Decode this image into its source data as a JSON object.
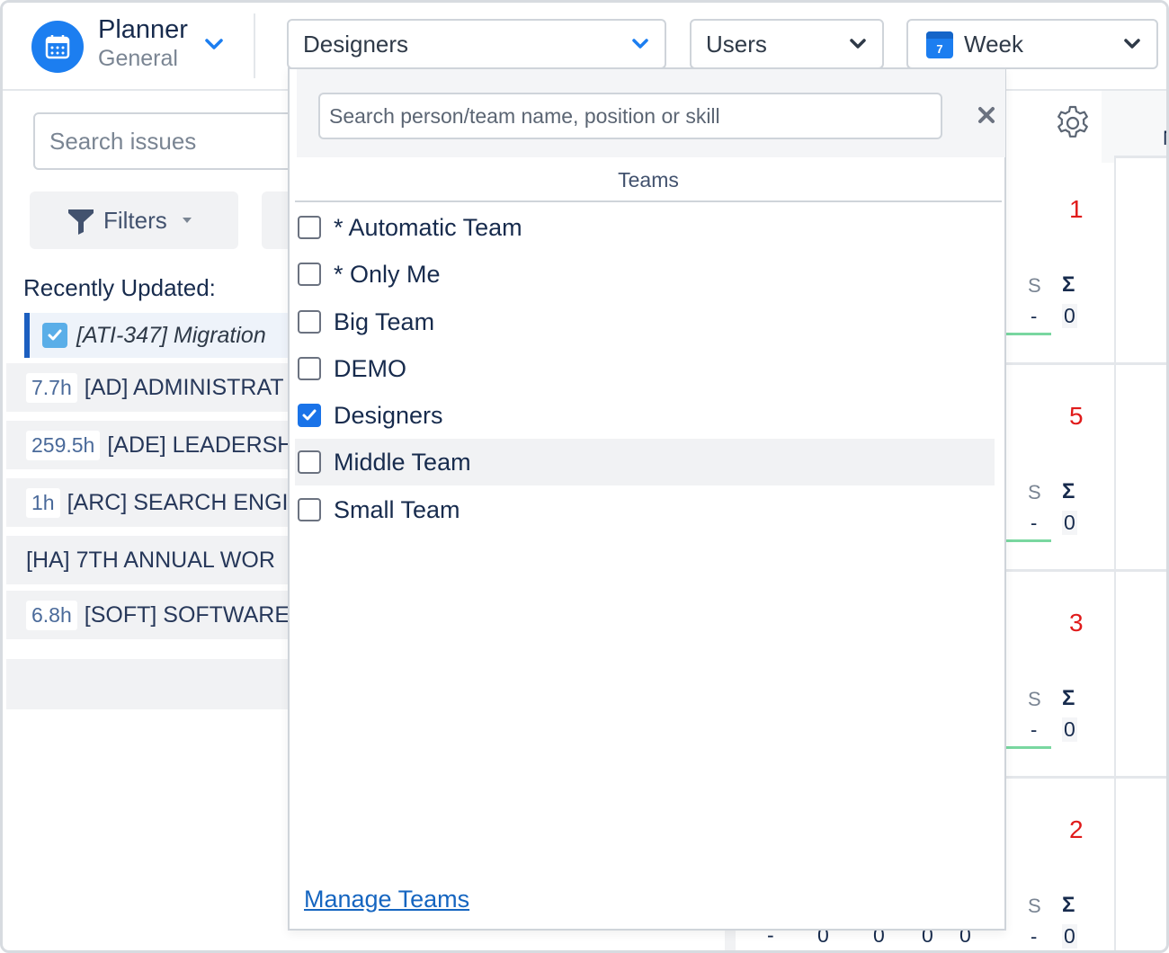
{
  "header": {
    "app_title": "Planner",
    "app_subtitle": "General",
    "team_select_value": "Designers",
    "resource_select_value": "Users",
    "period_select_value": "Week",
    "period_icon_number": "7"
  },
  "left_panel": {
    "search_placeholder": "Search issues",
    "filters_label": "Filters",
    "recent_title": "Recently Updated:",
    "recent_selected": "[ATI-347] Migration",
    "issues": [
      {
        "hours": "7.7h",
        "title": "[AD] ADMINISTRAT"
      },
      {
        "hours": "259.5h",
        "title": "[ADE] LEADERSH"
      },
      {
        "hours": "1h",
        "title": "[ARC] SEARCH ENGI"
      },
      {
        "hours": "",
        "title": "[HA] 7TH ANNUAL WOR"
      },
      {
        "hours": "6.8h",
        "title": "[SOFT] SOFTWARE"
      }
    ]
  },
  "grid": {
    "header_fragment": "N",
    "rows": [
      {
        "count": "1",
        "s_label": "S",
        "sigma_label": "Σ",
        "s_value": "-",
        "sigma_value": "0"
      },
      {
        "count": "5",
        "s_label": "S",
        "sigma_label": "Σ",
        "s_value": "-",
        "sigma_value": "0"
      },
      {
        "count": "3",
        "s_label": "S",
        "sigma_label": "Σ",
        "s_value": "-",
        "sigma_value": "0"
      },
      {
        "count": "2",
        "s_label": "S",
        "sigma_label": "Σ",
        "s_value": "-",
        "sigma_value": "0"
      }
    ],
    "bottom_values": [
      "-",
      "0",
      "0",
      "0",
      "0"
    ]
  },
  "team_dropdown": {
    "search_placeholder": "Search person/team name, position or skill",
    "section_title": "Teams",
    "items": [
      {
        "label": "* Automatic Team",
        "checked": false
      },
      {
        "label": "* Only Me",
        "checked": false
      },
      {
        "label": "Big Team",
        "checked": false
      },
      {
        "label": "DEMO",
        "checked": false
      },
      {
        "label": "Designers",
        "checked": true
      },
      {
        "label": "Middle Team",
        "checked": false
      },
      {
        "label": "Small Team",
        "checked": false
      }
    ],
    "manage_link": "Manage Teams"
  },
  "colors": {
    "accent": "#1c7ef0",
    "count_red": "#e01b1b",
    "link": "#1565c0",
    "progress_green": "#79d7a0"
  },
  "icons": {
    "app": "calendar-icon",
    "chevron": "chevron-down-icon",
    "filters": "funnel-icon",
    "settings": "gear-icon",
    "close": "close-icon",
    "check": "checkmark-icon"
  }
}
